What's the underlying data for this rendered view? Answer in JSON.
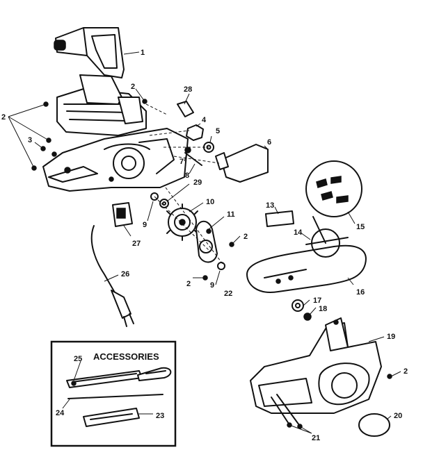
{
  "accessories_box": {
    "title": "ACCESSORIES"
  },
  "callouts": {
    "c1": "1",
    "c2a": "2",
    "c2b": "2",
    "c2c": "2",
    "c2d": "2",
    "c2e": "2",
    "c3": "3",
    "c4": "4",
    "c5": "5",
    "c6": "6",
    "c7": "7",
    "c8": "8",
    "c9a": "9",
    "c9b": "9",
    "c10": "10",
    "c11": "11",
    "c13": "13",
    "c14": "14",
    "c15": "15",
    "c16": "16",
    "c17": "17",
    "c18": "18",
    "c19": "19",
    "c20": "20",
    "c21": "21",
    "c22": "22",
    "c23": "23",
    "c24": "24",
    "c25": "25",
    "c26": "26",
    "c27": "27",
    "c28": "28",
    "c29": "29"
  }
}
